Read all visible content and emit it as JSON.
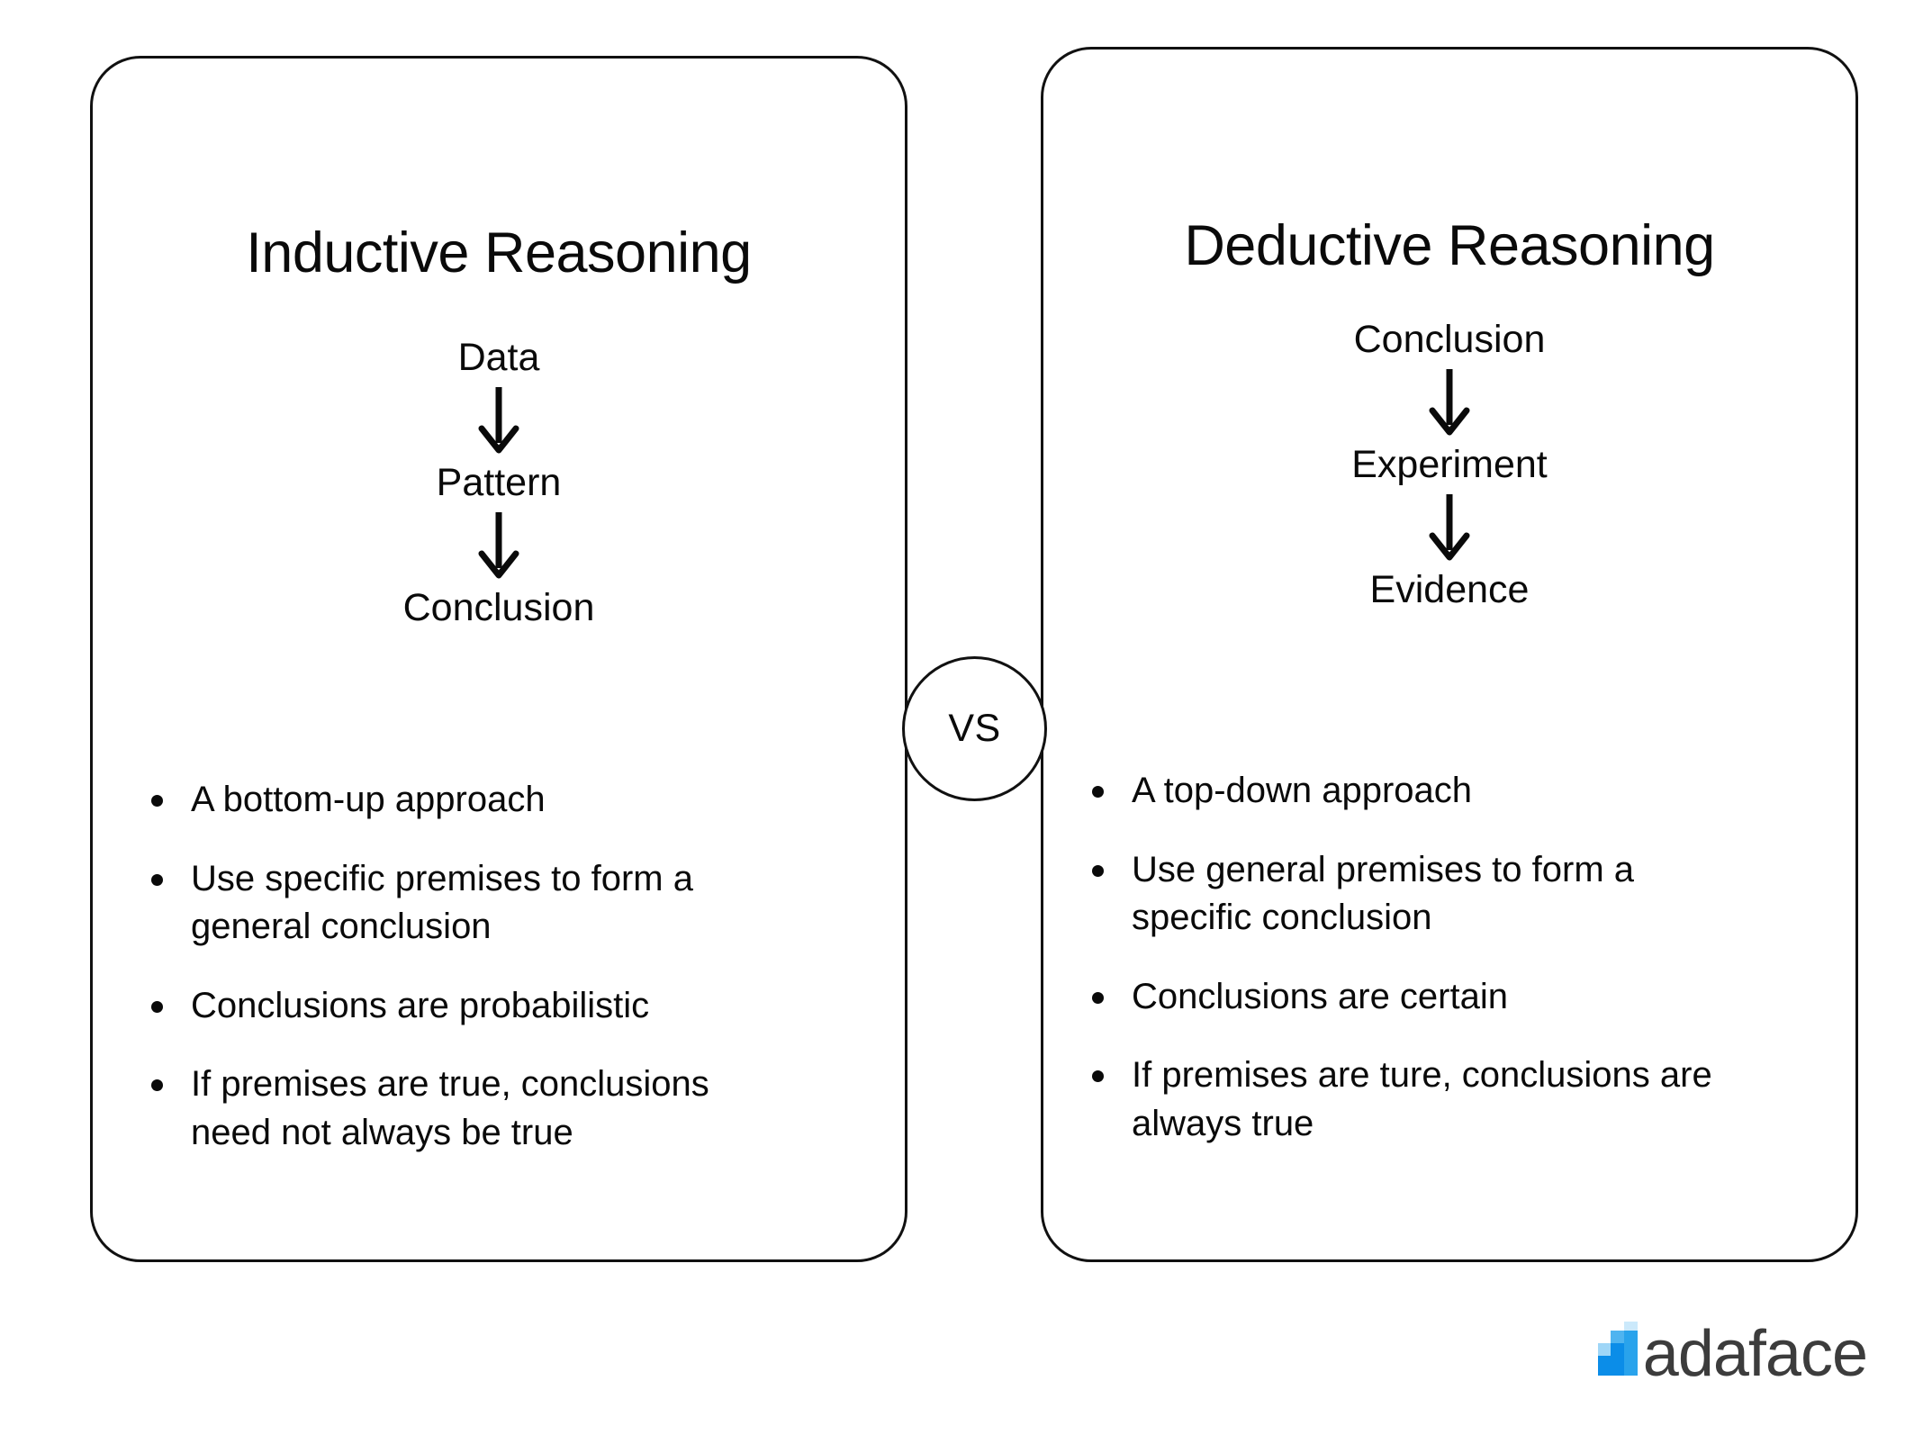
{
  "panels": [
    {
      "title": "Inductive Reasoning",
      "flow": [
        "Data",
        "Pattern",
        "Conclusion"
      ],
      "bullets": [
        "A bottom-up approach",
        "Use specific premises to form a general conclusion",
        "Conclusions are probabilistic",
        "If premises are true, conclusions need not always be true"
      ]
    },
    {
      "title": "Deductive Reasoning",
      "flow": [
        "Conclusion",
        "Experiment",
        "Evidence"
      ],
      "bullets": [
        "A top-down approach",
        "Use general premises to form a specific conclusion",
        "Conclusions are certain",
        "If premises are ture, conclusions are always true"
      ]
    }
  ],
  "divider": {
    "label": "VS"
  },
  "logo": {
    "wordmark": "adaface",
    "mark_colors": [
      "#0b8de8",
      "#9fd6f7",
      "#4fb4f0",
      "#29a3ec",
      "#cbe9fb"
    ],
    "wordmark_color": "#3c3c3c"
  },
  "theme": {
    "background": "#ffffff",
    "ink": "#0a0a0a",
    "border": "#111111"
  }
}
